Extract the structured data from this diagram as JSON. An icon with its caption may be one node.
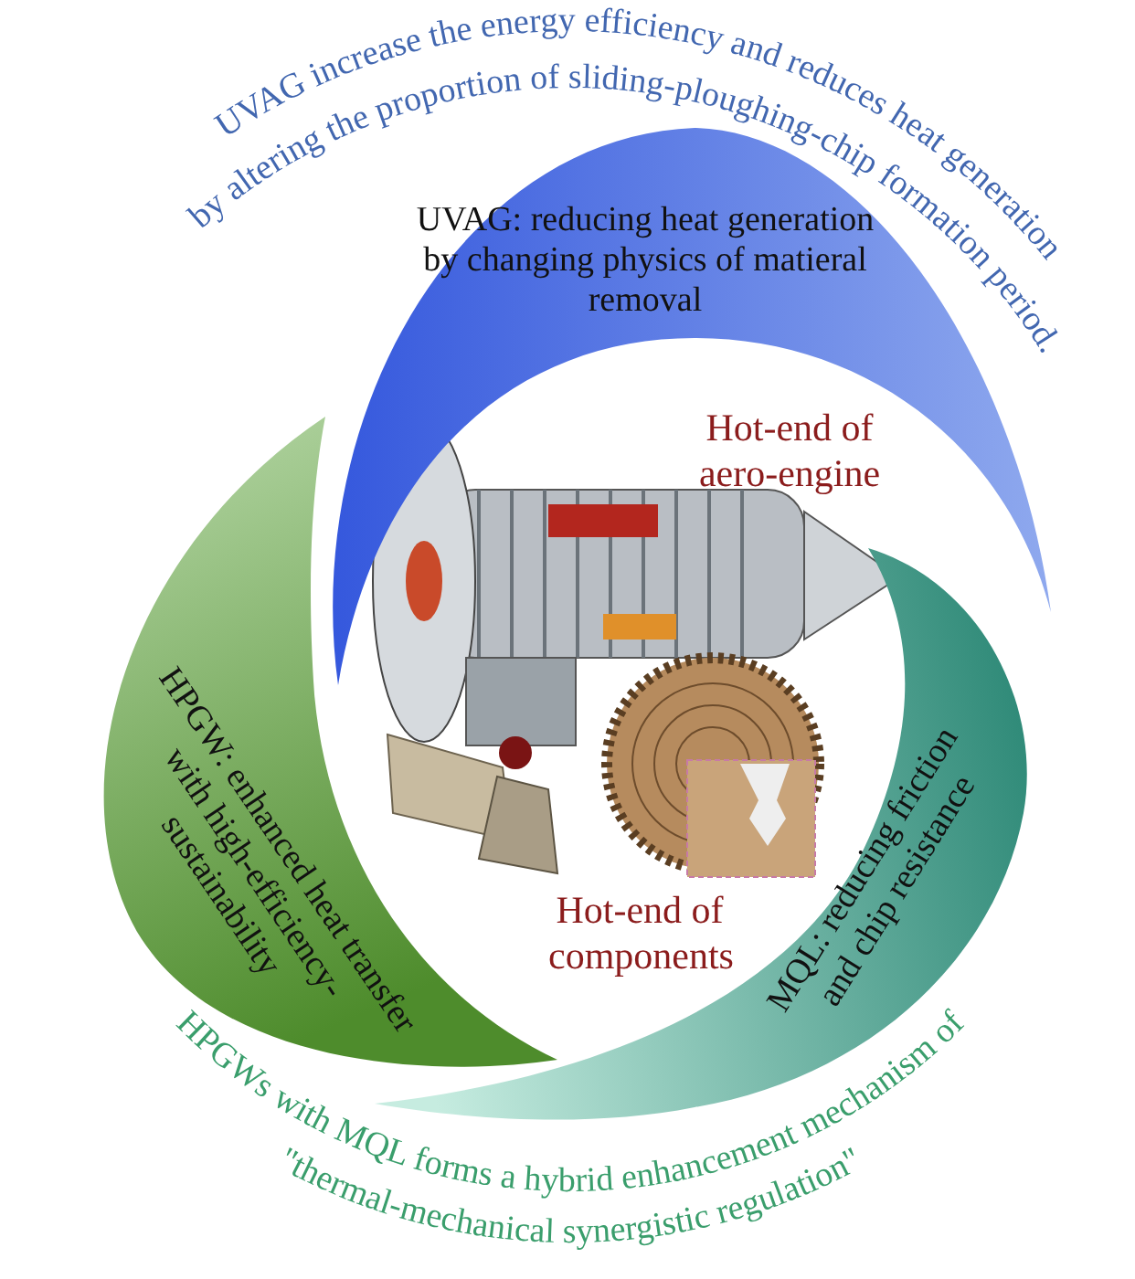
{
  "diagram": {
    "nodes": [
      {
        "text": [
          "UVAG: reducing heat generation by changing physics of matieral removal"
        ]
      },
      {
        "text": [
          "HPGW: enhanced heat transfer with high-efficiency-sustainability"
        ]
      },
      {
        "text": [
          "MQL: reducing friction and chip resistance"
        ]
      }
    ],
    "labels": [
      "UVAG increase the energy efficiency and reduces heat generation by altering the proportion of sliding-ploughing-chip formation period.",
      "Hot-end of aero-engine",
      "Hot-end of components",
      "HPGWs with MQL forms a hybrid enhancement mechanism of \"thermal-mechanical synergistic regulation\""
    ]
  }
}
